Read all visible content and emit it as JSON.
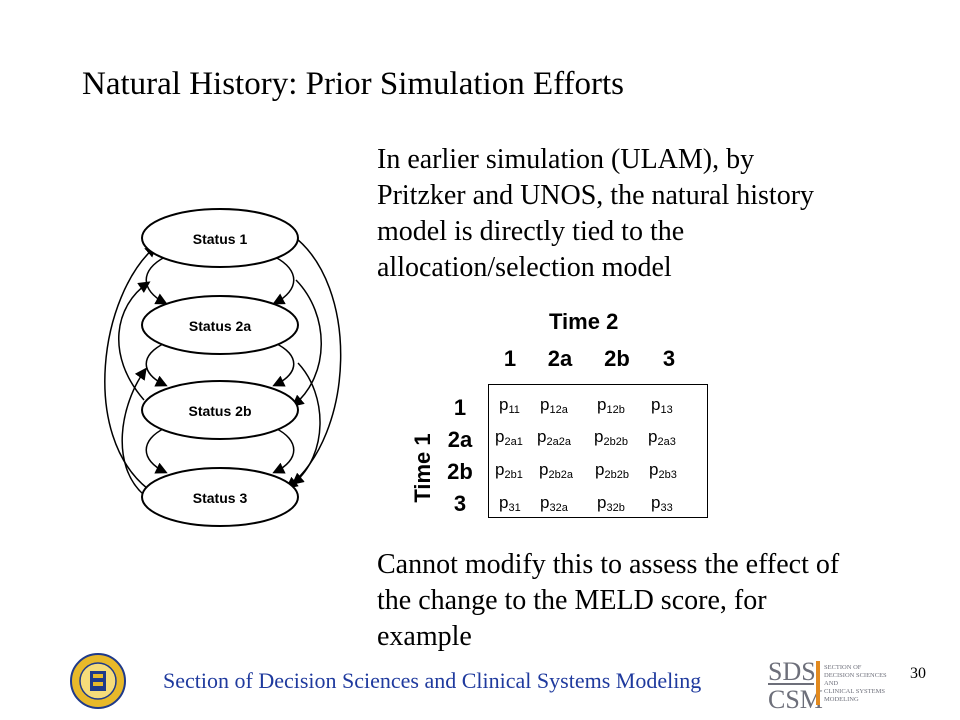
{
  "slide": {
    "title": "Natural History: Prior Simulation Efforts",
    "paragraph1": "In earlier simulation (ULAM), by Pritzker and UNOS, the natural history model is directly tied to the allocation/selection model",
    "paragraph2": "Cannot modify this to assess the effect of the change to the MELD score, for example",
    "page_number": "30"
  },
  "diagram": {
    "states": [
      "Status 1",
      "Status 2a",
      "Status 2b",
      "Status 3"
    ]
  },
  "matrix": {
    "time2_label": "Time 2",
    "time1_label": "Time 1",
    "col_headers": [
      "1",
      "2a",
      "2b",
      "3"
    ],
    "row_headers": [
      "1",
      "2a",
      "2b",
      "3"
    ],
    "cells": [
      [
        {
          "p": "p",
          "s": "11"
        },
        {
          "p": "p",
          "s": "12a"
        },
        {
          "p": "p",
          "s": "12b"
        },
        {
          "p": "p",
          "s": "13"
        }
      ],
      [
        {
          "p": "p",
          "s": "2a1"
        },
        {
          "p": "p",
          "s": "2a2a"
        },
        {
          "p": "p",
          "s": "2b2b"
        },
        {
          "p": "p",
          "s": "2a3"
        }
      ],
      [
        {
          "p": "p",
          "s": "2b1"
        },
        {
          "p": "p",
          "s": "2b2a"
        },
        {
          "p": "p",
          "s": "2b2b"
        },
        {
          "p": "p",
          "s": "2b3"
        }
      ],
      [
        {
          "p": "p",
          "s": "31"
        },
        {
          "p": "p",
          "s": "32a"
        },
        {
          "p": "p",
          "s": "32b"
        },
        {
          "p": "p",
          "s": "33"
        }
      ]
    ]
  },
  "footer": {
    "text": "Section of Decision Sciences and Clinical Systems Modeling",
    "logo_line1": "SDS",
    "logo_line2": "CSM",
    "logo_words": [
      "SECTION OF",
      "DECISION SCIENCES",
      "AND",
      "CLINICAL SYSTEMS",
      "MODELING"
    ]
  },
  "colors": {
    "footer_text": "#1f3a9e",
    "seal_gold": "#e8b92a",
    "seal_blue": "#1f3a8a",
    "logo_gray": "#6d6f7a",
    "logo_orange": "#e28a1f"
  }
}
